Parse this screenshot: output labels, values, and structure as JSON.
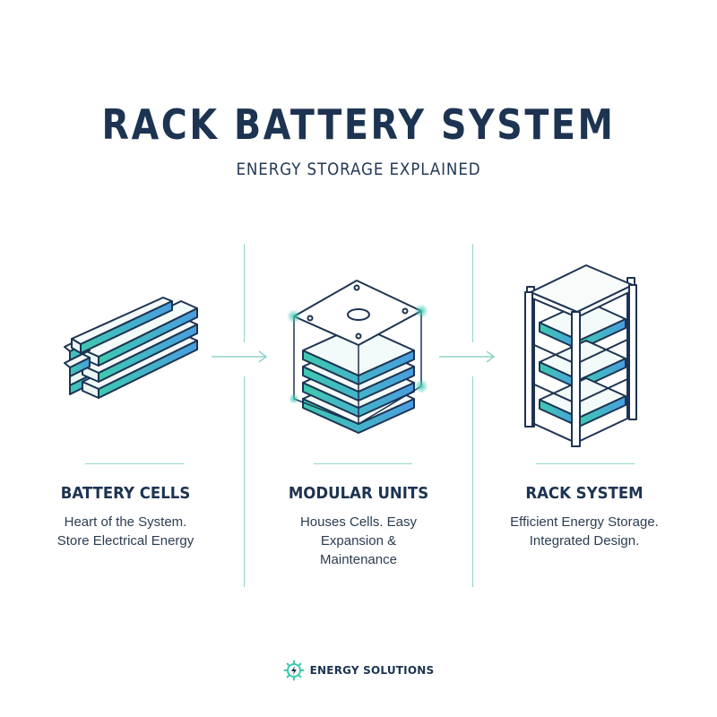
{
  "header": {
    "title": "RACK BATTERY SYSTEM",
    "subtitle": "ENERGY STORAGE EXPLAINED"
  },
  "colors": {
    "navy": "#1d3352",
    "teal": "#3ec9b0",
    "blue": "#4a9de0",
    "rule": "#8fd5c9"
  },
  "stages": [
    {
      "title": "BATTERY CELLS",
      "description": [
        "Heart of the System.",
        "Store Electrical Energy"
      ],
      "icon": "battery-cells-icon"
    },
    {
      "title": "MODULAR UNITS",
      "description": [
        "Houses Cells. Easy",
        "Expansion &",
        "Maintenance"
      ],
      "icon": "modular-unit-icon"
    },
    {
      "title": "RACK SYSTEM",
      "description": [
        "Efficient Energy Storage.",
        "Integrated Design."
      ],
      "icon": "rack-system-icon"
    }
  ],
  "footer": {
    "brand": "ENERGY SOLUTIONS",
    "icon": "gear-bolt-icon"
  }
}
